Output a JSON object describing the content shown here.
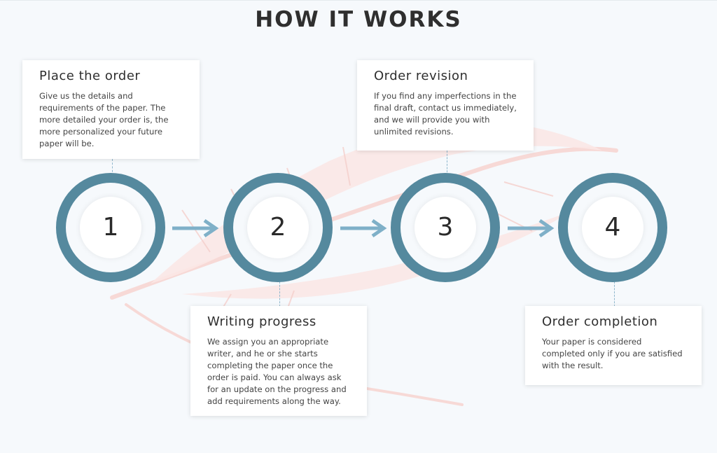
{
  "title": "HOW IT WORKS",
  "accent_color": "#55899e",
  "steps": [
    {
      "number": "1",
      "heading": "Place the order",
      "text": "Give us the details and requirements of the paper. The more detailed your order is, the more personalized your future paper will be."
    },
    {
      "number": "2",
      "heading": "Writing progress",
      "text": "We assign you an appropriate writer, and he or she starts completing the paper once the order is paid. You can always ask for an update on the progress and add requirements along the way."
    },
    {
      "number": "3",
      "heading": "Order revision",
      "text": "If you find any imperfections in the final draft, contact us immediately, and we will provide you with unlimited revisions."
    },
    {
      "number": "4",
      "heading": "Order completion",
      "text": "Your paper is considered completed only if you are satisfied with the result."
    }
  ]
}
